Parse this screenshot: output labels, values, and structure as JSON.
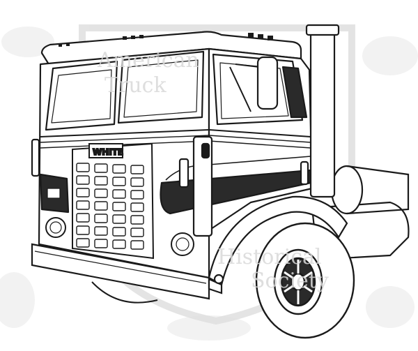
{
  "image": {
    "subject": "truck-cab-line-drawing",
    "colors": {
      "ink": "#1a1a1a",
      "background": "#ffffff",
      "shade": "#2a2a2a",
      "watermark": "#d9d9d9"
    }
  },
  "truck": {
    "grille_badge": "WHITE"
  },
  "watermark": {
    "line1": "American",
    "line2": "Truck",
    "line3": "Historical",
    "line4": "Society"
  }
}
